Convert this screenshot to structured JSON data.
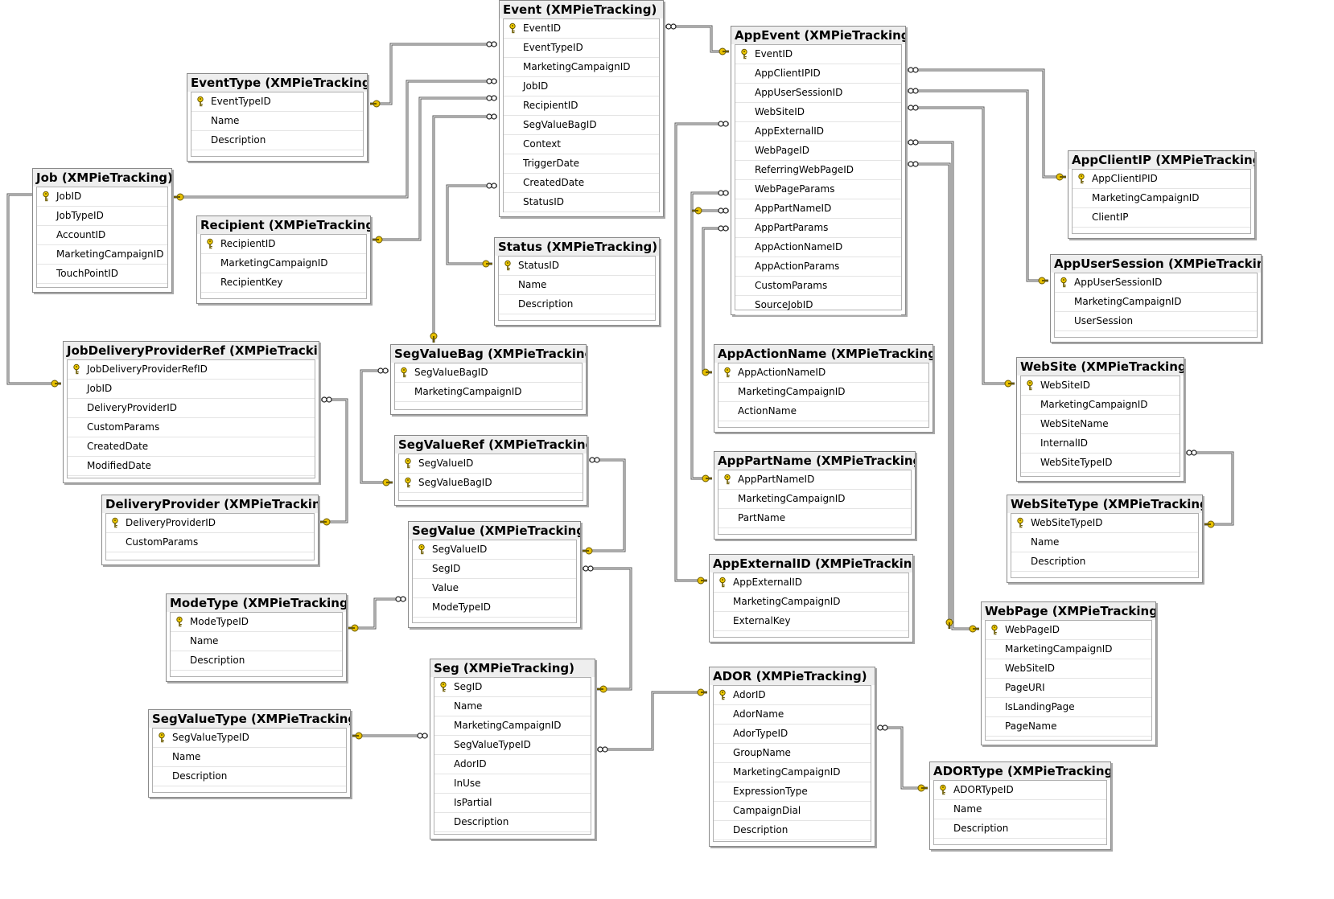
{
  "diagram": {
    "tables": [
      {
        "id": "event",
        "title": "Event (XMPieTracking)",
        "columns": [
          {
            "name": "EventID",
            "pk": true
          },
          {
            "name": "EventTypeID"
          },
          {
            "name": "MarketingCampaignID"
          },
          {
            "name": "JobID"
          },
          {
            "name": "RecipientID"
          },
          {
            "name": "SegValueBagID"
          },
          {
            "name": "Context"
          },
          {
            "name": "TriggerDate"
          },
          {
            "name": "CreatedDate"
          },
          {
            "name": "StatusID"
          }
        ]
      },
      {
        "id": "appevent",
        "title": "AppEvent (XMPieTracking)",
        "columns": [
          {
            "name": "EventID",
            "pk": true
          },
          {
            "name": "AppClientIPID"
          },
          {
            "name": "AppUserSessionID"
          },
          {
            "name": "WebSiteID"
          },
          {
            "name": "AppExternalID"
          },
          {
            "name": "WebPageID"
          },
          {
            "name": "ReferringWebPageID"
          },
          {
            "name": "WebPageParams"
          },
          {
            "name": "AppPartNameID"
          },
          {
            "name": "AppPartParams"
          },
          {
            "name": "AppActionNameID"
          },
          {
            "name": "AppActionParams"
          },
          {
            "name": "CustomParams"
          },
          {
            "name": "SourceJobID"
          }
        ]
      },
      {
        "id": "eventtype",
        "title": "EventType (XMPieTracking)",
        "columns": [
          {
            "name": "EventTypeID",
            "pk": true
          },
          {
            "name": "Name"
          },
          {
            "name": "Description"
          }
        ]
      },
      {
        "id": "job",
        "title": "Job (XMPieTracking)",
        "columns": [
          {
            "name": "JobID",
            "pk": true
          },
          {
            "name": "JobTypeID"
          },
          {
            "name": "AccountID"
          },
          {
            "name": "MarketingCampaignID"
          },
          {
            "name": "TouchPointID"
          }
        ]
      },
      {
        "id": "recipient",
        "title": "Recipient (XMPieTracking)",
        "columns": [
          {
            "name": "RecipientID",
            "pk": true
          },
          {
            "name": "MarketingCampaignID"
          },
          {
            "name": "RecipientKey"
          }
        ]
      },
      {
        "id": "status",
        "title": "Status (XMPieTracking)",
        "columns": [
          {
            "name": "StatusID",
            "pk": true
          },
          {
            "name": "Name"
          },
          {
            "name": "Description"
          }
        ]
      },
      {
        "id": "appclientip",
        "title": "AppClientIP (XMPieTracking)",
        "columns": [
          {
            "name": "AppClientIPID",
            "pk": true
          },
          {
            "name": "MarketingCampaignID"
          },
          {
            "name": "ClientIP"
          }
        ]
      },
      {
        "id": "appusersession",
        "title": "AppUserSession (XMPieTracking)",
        "columns": [
          {
            "name": "AppUserSessionID",
            "pk": true
          },
          {
            "name": "MarketingCampaignID"
          },
          {
            "name": "UserSession"
          }
        ]
      },
      {
        "id": "jobdeliveryproviderref",
        "title": "JobDeliveryProviderRef (XMPieTracking)",
        "columns": [
          {
            "name": "JobDeliveryProviderRefID",
            "pk": true
          },
          {
            "name": "JobID"
          },
          {
            "name": "DeliveryProviderID"
          },
          {
            "name": "CustomParams"
          },
          {
            "name": "CreatedDate"
          },
          {
            "name": "ModifiedDate"
          }
        ]
      },
      {
        "id": "segvaluebag",
        "title": "SegValueBag (XMPieTracking)",
        "columns": [
          {
            "name": "SegValueBagID",
            "pk": true
          },
          {
            "name": "MarketingCampaignID"
          }
        ]
      },
      {
        "id": "appactionname",
        "title": "AppActionName (XMPieTracking)",
        "columns": [
          {
            "name": "AppActionNameID",
            "pk": true
          },
          {
            "name": "MarketingCampaignID"
          },
          {
            "name": "ActionName"
          }
        ]
      },
      {
        "id": "website",
        "title": "WebSite (XMPieTracking)",
        "columns": [
          {
            "name": "WebSiteID",
            "pk": true
          },
          {
            "name": "MarketingCampaignID"
          },
          {
            "name": "WebSiteName"
          },
          {
            "name": "InternalID"
          },
          {
            "name": "WebSiteTypeID"
          }
        ]
      },
      {
        "id": "segvalueref",
        "title": "SegValueRef (XMPieTracking)",
        "columns": [
          {
            "name": "SegValueID",
            "pk": true
          },
          {
            "name": "SegValueBagID",
            "pk": true
          }
        ]
      },
      {
        "id": "apppartname",
        "title": "AppPartName (XMPieTracking)",
        "columns": [
          {
            "name": "AppPartNameID",
            "pk": true
          },
          {
            "name": "MarketingCampaignID"
          },
          {
            "name": "PartName"
          }
        ]
      },
      {
        "id": "deliveryprovider",
        "title": "DeliveryProvider (XMPieTracking)",
        "columns": [
          {
            "name": "DeliveryProviderID",
            "pk": true
          },
          {
            "name": "CustomParams"
          }
        ]
      },
      {
        "id": "websitetype",
        "title": "WebSiteType (XMPieTracking)",
        "columns": [
          {
            "name": "WebSiteTypeID",
            "pk": true
          },
          {
            "name": "Name"
          },
          {
            "name": "Description"
          }
        ]
      },
      {
        "id": "segvalue",
        "title": "SegValue (XMPieTracking)",
        "columns": [
          {
            "name": "SegValueID",
            "pk": true
          },
          {
            "name": "SegID"
          },
          {
            "name": "Value"
          },
          {
            "name": "ModeTypeID"
          }
        ]
      },
      {
        "id": "appexternalid",
        "title": "AppExternalID (XMPieTracking)",
        "columns": [
          {
            "name": "AppExternalID",
            "pk": true
          },
          {
            "name": "MarketingCampaignID"
          },
          {
            "name": "ExternalKey"
          }
        ]
      },
      {
        "id": "modetype",
        "title": "ModeType (XMPieTracking)",
        "columns": [
          {
            "name": "ModeTypeID",
            "pk": true
          },
          {
            "name": "Name"
          },
          {
            "name": "Description"
          }
        ]
      },
      {
        "id": "webpage",
        "title": "WebPage (XMPieTracking)",
        "columns": [
          {
            "name": "WebPageID",
            "pk": true
          },
          {
            "name": "MarketingCampaignID"
          },
          {
            "name": "WebSiteID"
          },
          {
            "name": "PageURI"
          },
          {
            "name": "IsLandingPage"
          },
          {
            "name": "PageName"
          }
        ]
      },
      {
        "id": "seg",
        "title": "Seg (XMPieTracking)",
        "columns": [
          {
            "name": "SegID",
            "pk": true
          },
          {
            "name": "Name"
          },
          {
            "name": "MarketingCampaignID"
          },
          {
            "name": "SegValueTypeID"
          },
          {
            "name": "AdorID"
          },
          {
            "name": "InUse"
          },
          {
            "name": "IsPartial"
          },
          {
            "name": "Description"
          }
        ]
      },
      {
        "id": "ador",
        "title": "ADOR (XMPieTracking)",
        "columns": [
          {
            "name": "AdorID",
            "pk": true
          },
          {
            "name": "AdorName"
          },
          {
            "name": "AdorTypeID"
          },
          {
            "name": "GroupName"
          },
          {
            "name": "MarketingCampaignID"
          },
          {
            "name": "ExpressionType"
          },
          {
            "name": "CampaignDial"
          },
          {
            "name": "Description"
          }
        ]
      },
      {
        "id": "segvaluetype",
        "title": "SegValueType (XMPieTracking)",
        "columns": [
          {
            "name": "SegValueTypeID",
            "pk": true
          },
          {
            "name": "Name"
          },
          {
            "name": "Description"
          }
        ]
      },
      {
        "id": "adortype",
        "title": "ADORType (XMPieTracking)",
        "columns": [
          {
            "name": "ADORTypeID",
            "pk": true
          },
          {
            "name": "Name"
          },
          {
            "name": "Description"
          }
        ]
      }
    ]
  },
  "colors": {
    "line": "#555555",
    "key": "#e8c000",
    "title_bg": "#eeeeee"
  }
}
